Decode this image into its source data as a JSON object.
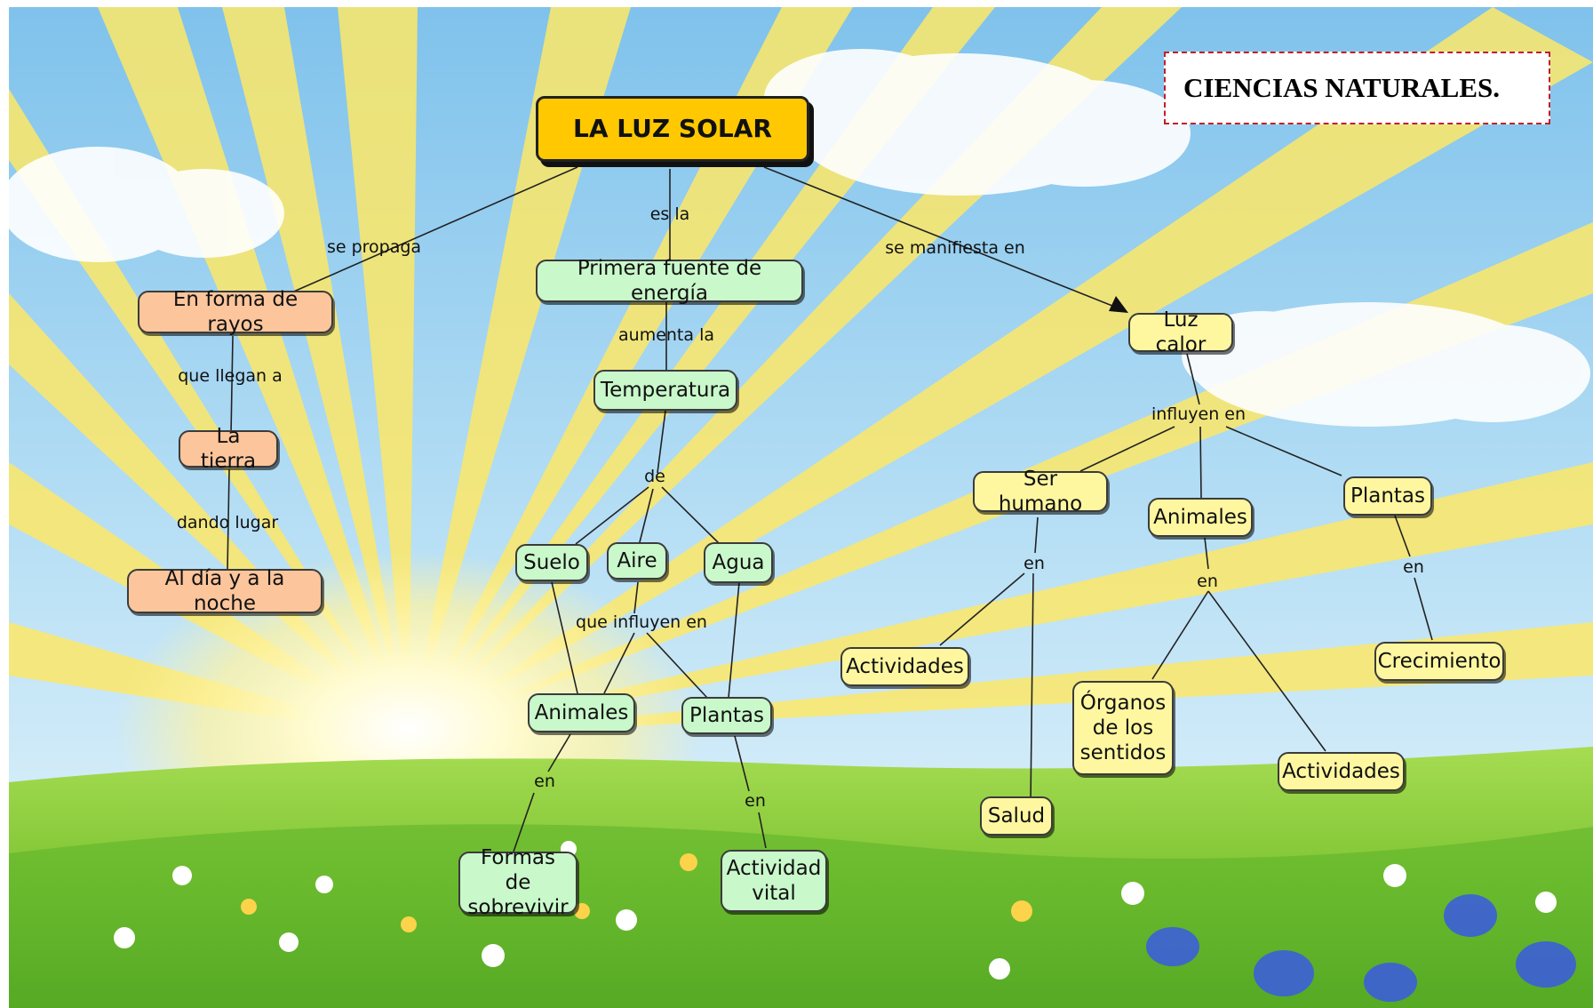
{
  "title": "CIENCIAS NATURALES.",
  "root": "LA LUZ SOLAR",
  "links": {
    "se_propaga": "se propaga",
    "es_la": "es la",
    "se_manifiesta_en": "se manifiesta en",
    "que_llegan_a": "que llegan a",
    "dando_lugar": "dando lugar",
    "aumenta_la": "aumenta la",
    "de": "de",
    "que_influyen_en": "que influyen en",
    "en_animales": "en",
    "en_plantas": "en",
    "influyen_en": "influyen en",
    "en_ser_humano": "en",
    "en_animales_luz": "en",
    "en_plantas_luz": "en"
  },
  "nodes": {
    "en_forma_de_rayos": "En forma de rayos",
    "la_tierra": "La tierra",
    "al_dia_y_noche": "Al día y a la noche",
    "primera_fuente": "Primera fuente de energía",
    "temperatura": "Temperatura",
    "suelo": "Suelo",
    "aire": "Aire",
    "agua": "Agua",
    "animales": "Animales",
    "plantas": "Plantas",
    "formas_line1": "Formas de",
    "formas_line2": "sobrevivir",
    "actividad_line1": "Actividad",
    "actividad_line2": "vital",
    "luz_calor": "Luz calor",
    "ser_humano": "Ser humano",
    "animales_luz": "Animales",
    "plantas_luz": "Plantas",
    "actividades_humano": "Actividades",
    "salud": "Salud",
    "organos_line1": "Órganos",
    "organos_line2": "de los",
    "organos_line3": "sentidos",
    "actividades_animales": "Actividades",
    "crecimiento": "Crecimiento"
  },
  "colors": {
    "root": "#ffc800",
    "left_branch": "#fcc59b",
    "middle_branch": "#c9f8cb",
    "right_branch": "#fef7a0",
    "title_border": "#c0202a"
  }
}
